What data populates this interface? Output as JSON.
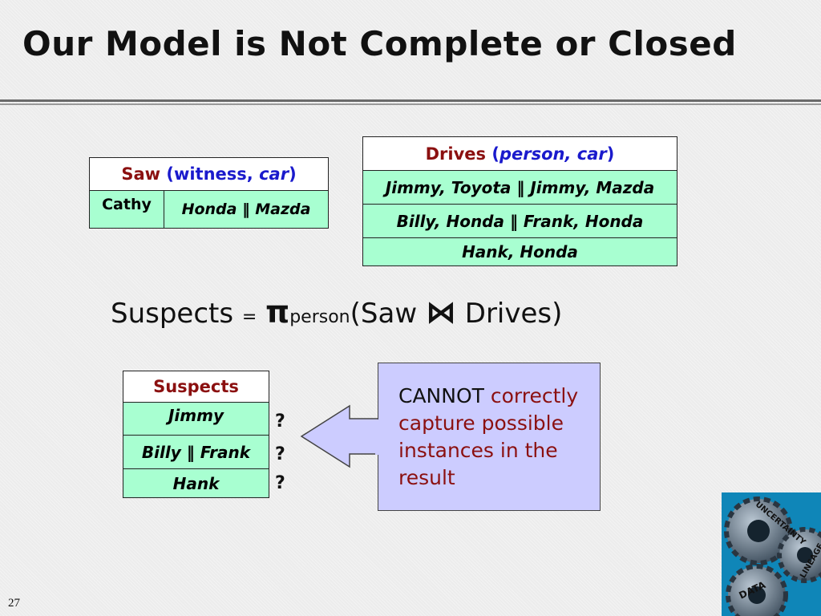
{
  "slide": {
    "title": "Our Model is Not Complete or Closed",
    "page_number": "27"
  },
  "saw_table": {
    "header": {
      "name": "Saw",
      "open": "(",
      "attr1": "witness,",
      "attr2": "car",
      "close": ")"
    },
    "rows": [
      {
        "col1": "Cathy",
        "col2": "Honda ‖ Mazda"
      }
    ]
  },
  "drives_table": {
    "header": {
      "name": "Drives",
      "open": "(",
      "attr1": "person,",
      "attr2": "car",
      "close": ")"
    },
    "rows": [
      "Jimmy, Toyota ‖ Jimmy, Mazda",
      "Billy, Honda ‖ Frank, Honda",
      "Hank, Honda"
    ]
  },
  "formula": {
    "lhs": "Suspects",
    "eq": "=",
    "pi": "π",
    "subscript": "person",
    "open": "(Saw",
    "join": "⋈",
    "close": "Drives)"
  },
  "suspects_table": {
    "header": "Suspects",
    "rows": [
      "Jimmy",
      "Billy  ‖ Frank",
      "Hank"
    ]
  },
  "question_marks": [
    "?",
    "?",
    "?"
  ],
  "callout": {
    "keyword": "CANNOT",
    "text": "correctly capture possible instances in the result"
  },
  "logo": {
    "words": [
      "UNCERTAINTY",
      "LINEAGE",
      "DATA"
    ]
  },
  "colors": {
    "green_cell": "#a8ffd1",
    "header_red": "#8b1010",
    "attr_blue": "#1a1acc",
    "callout_fill": "#ccccff"
  }
}
